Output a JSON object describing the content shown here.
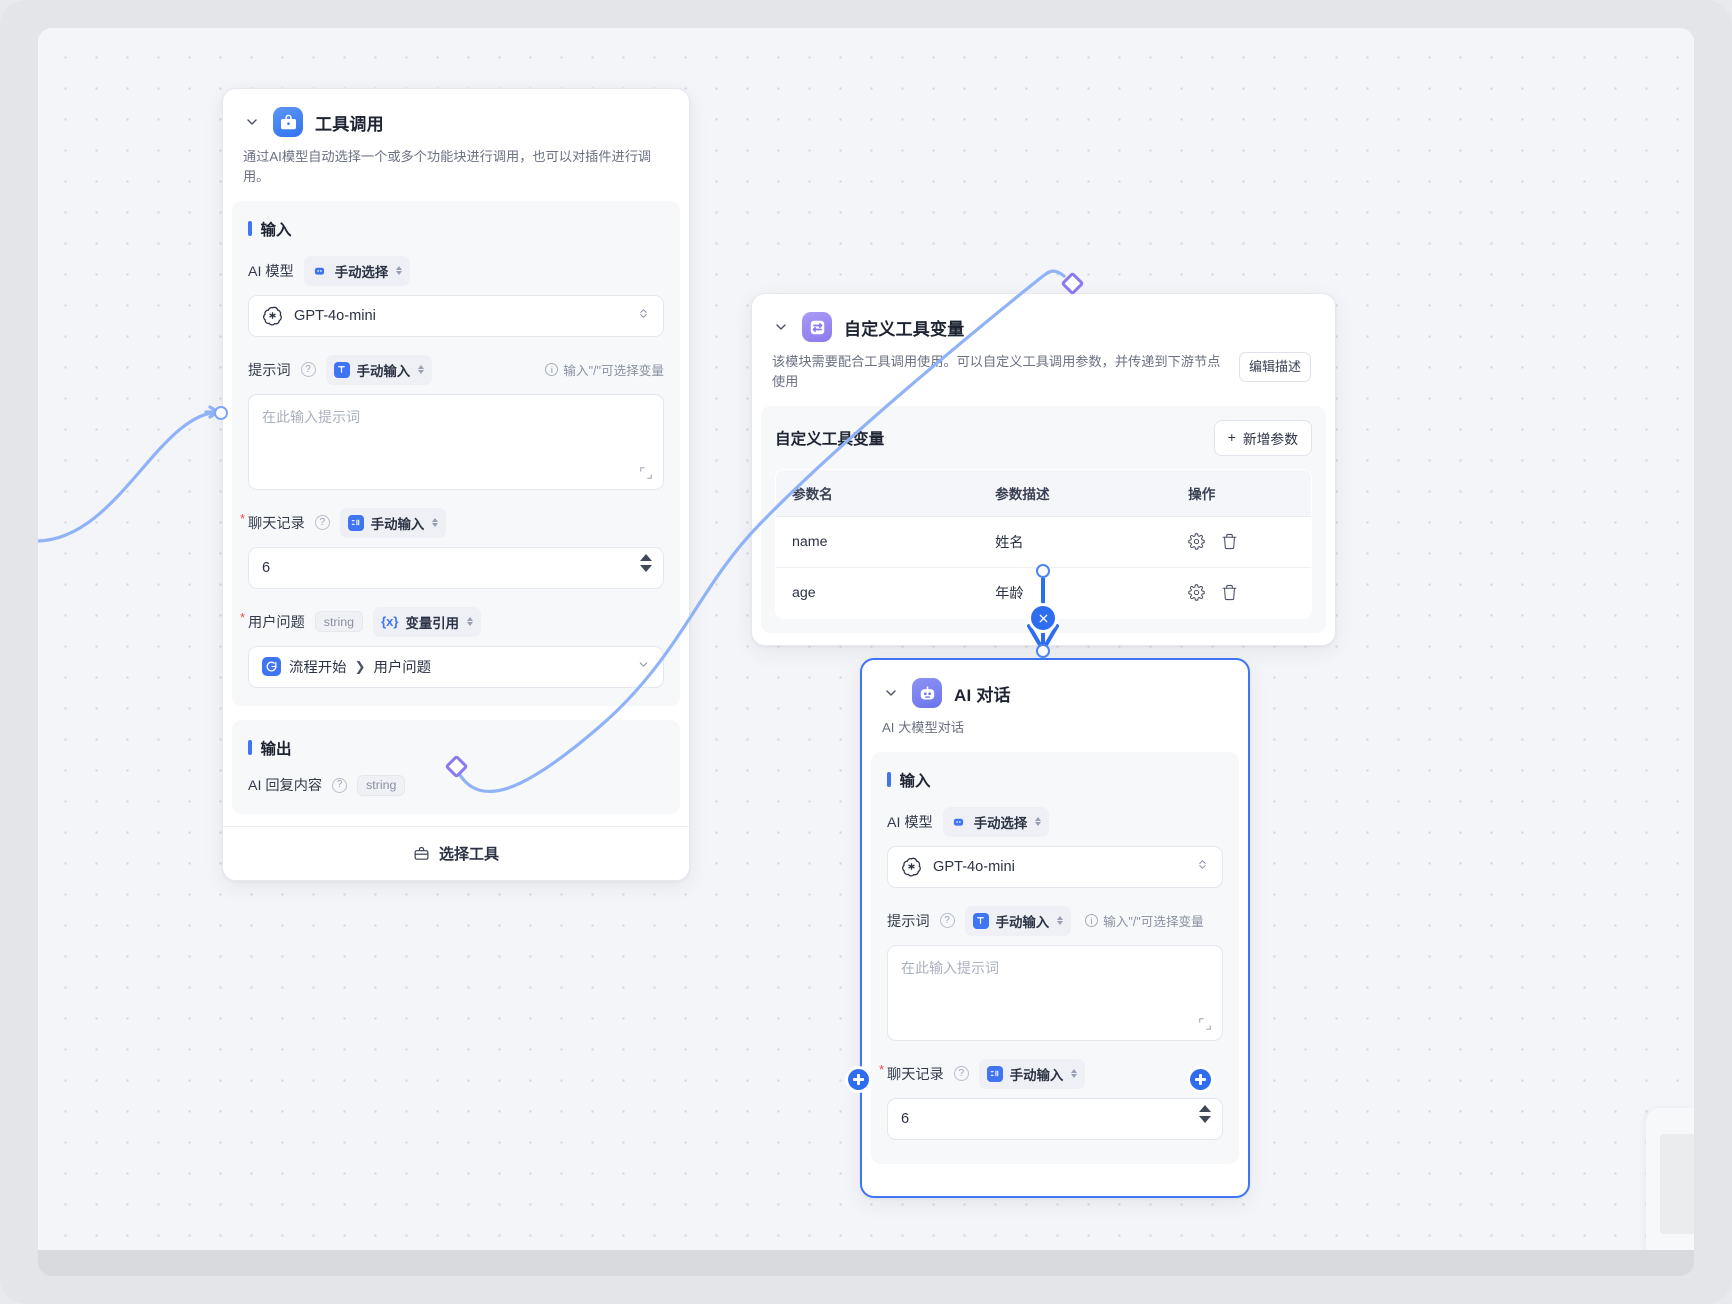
{
  "canvas": {
    "background_color": "#f4f5f8",
    "accent_blue": "#3f74f2",
    "accent_purple": "#8b79ef",
    "required_red": "#f04a4a"
  },
  "nodes": [
    {
      "id": "tool-call",
      "title": "工具调用",
      "icon": "toolbox-icon",
      "description": "通过AI模型自动选择一个或多个功能块进行调用，也可以对插件进行调用。",
      "input_section_title": "输入",
      "output_section_title": "输出",
      "fields": {
        "ai_model_label": "AI 模型",
        "ai_model_mode": "手动选择",
        "ai_model_value": "GPT-4o-mini",
        "prompt_label": "提示词",
        "prompt_mode": "手动输入",
        "prompt_hint": "输入\"/\"可选择变量",
        "prompt_placeholder": "在此输入提示词",
        "chat_history_label": "聊天记录",
        "chat_history_mode": "手动输入",
        "chat_history_value": "6",
        "user_question_label": "用户问题",
        "user_question_type": "string",
        "user_question_mode": "变量引用",
        "user_question_ref_node": "流程开始",
        "user_question_ref_field": "用户问题"
      },
      "output": {
        "label": "AI 回复内容",
        "type": "string"
      },
      "footer_label": "选择工具"
    },
    {
      "id": "custom-tool-vars",
      "title": "自定义工具变量",
      "icon": "variable-swap-icon",
      "description": "该模块需要配合工具调用使用。可以自定义工具调用参数，并传递到下游节点使用",
      "edit_desc_label": "编辑描述",
      "table_title": "自定义工具变量",
      "add_param_label": "新增参数",
      "columns": [
        "参数名",
        "参数描述",
        "操作"
      ],
      "rows": [
        {
          "name": "name",
          "desc": "姓名"
        },
        {
          "name": "age",
          "desc": "年龄"
        }
      ]
    },
    {
      "id": "ai-chat",
      "title": "AI 对话",
      "icon": "robot-icon",
      "description": "AI 大模型对话",
      "selected": true,
      "input_section_title": "输入",
      "fields": {
        "ai_model_label": "AI 模型",
        "ai_model_mode": "手动选择",
        "ai_model_value": "GPT-4o-mini",
        "prompt_label": "提示词",
        "prompt_mode": "手动输入",
        "prompt_hint": "输入\"/\"可选择变量",
        "prompt_placeholder": "在此输入提示词",
        "chat_history_label": "聊天记录",
        "chat_history_mode": "手动输入",
        "chat_history_value": "6"
      }
    }
  ]
}
